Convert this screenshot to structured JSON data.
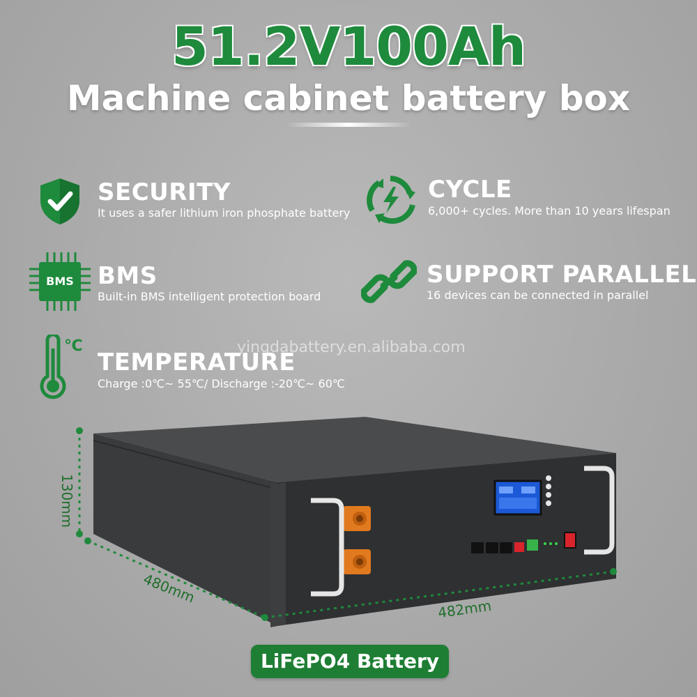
{
  "header": {
    "title": "51.2V100Ah",
    "subtitle": "Machine cabinet battery box"
  },
  "features": [
    {
      "title": "SECURITY",
      "desc": "It uses a safer lithium iron phosphate battery",
      "icon": "shield-check-icon"
    },
    {
      "title": "CYCLE",
      "desc": "6,000+ cycles. More than 10 years lifespan",
      "icon": "cycle-bolt-icon"
    },
    {
      "title": "BMS",
      "desc": "Built-in BMS intelligent protection board",
      "icon": "bms-chip-icon",
      "icon_label": "BMS"
    },
    {
      "title": "SUPPORT PARALLEL",
      "desc": "16 devices can be connected in parallel",
      "icon": "chain-link-icon"
    },
    {
      "title": "TEMPERATURE",
      "desc": "Charge :0℃~ 55℃/ Discharge :-20℃~ 60℃",
      "icon": "thermometer-icon",
      "icon_label": "℃"
    }
  ],
  "watermark": "yingdabattery.en.alibaba.com",
  "dimensions": {
    "height": "130mm",
    "depth": "480mm",
    "width": "482mm"
  },
  "badge": "LiFePO4 Battery",
  "colors": {
    "brand_green": "#1e8a3c",
    "badge_green": "#1e7e34",
    "text": "#ffffff"
  }
}
